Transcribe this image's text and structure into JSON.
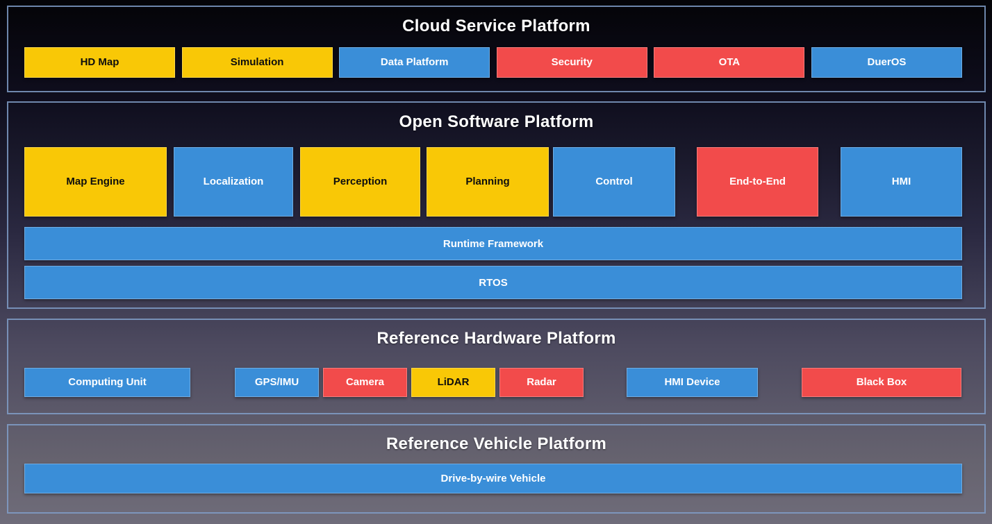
{
  "colors": {
    "yellow": "#F9C806",
    "blue": "#3A8ED8",
    "red": "#F24B4B",
    "panel_border": "#809EC8",
    "title_text": "#FFFFFF",
    "background_top": "#040407",
    "background_bottom": "#6F6C7A"
  },
  "sections": [
    {
      "title": "Cloud Service Platform",
      "boxes": [
        {
          "label": "HD Map",
          "color": "#F9C806"
        },
        {
          "label": "Simulation",
          "color": "#F9C806"
        },
        {
          "label": "Data Platform",
          "color": "#3A8ED8"
        },
        {
          "label": "Security",
          "color": "#F24B4B"
        },
        {
          "label": "OTA",
          "color": "#F24B4B"
        },
        {
          "label": "DuerOS",
          "color": "#3A8ED8"
        }
      ]
    },
    {
      "title": "Open Software Platform",
      "boxes": [
        {
          "label": "Map Engine",
          "color": "#F9C806"
        },
        {
          "label": "Localization",
          "color": "#3A8ED8"
        },
        {
          "label": "Perception",
          "color": "#F9C806"
        },
        {
          "label": "Planning",
          "color": "#F9C806"
        },
        {
          "label": "Control",
          "color": "#3A8ED8"
        },
        {
          "label": "End-to-End",
          "color": "#F24B4B"
        },
        {
          "label": "HMI",
          "color": "#3A8ED8"
        }
      ],
      "bars": [
        {
          "label": "Runtime Framework",
          "color": "#3A8ED8"
        },
        {
          "label": "RTOS",
          "color": "#3A8ED8"
        }
      ]
    },
    {
      "title": "Reference Hardware Platform",
      "boxes": [
        {
          "label": "Computing Unit",
          "color": "#3A8ED8"
        },
        {
          "label": "GPS/IMU",
          "color": "#3A8ED8"
        },
        {
          "label": "Camera",
          "color": "#F24B4B"
        },
        {
          "label": "LiDAR",
          "color": "#F9C806"
        },
        {
          "label": "Radar",
          "color": "#F24B4B"
        },
        {
          "label": "HMI Device",
          "color": "#3A8ED8"
        },
        {
          "label": "Black Box",
          "color": "#F24B4B"
        }
      ]
    },
    {
      "title": "Reference Vehicle Platform",
      "bars": [
        {
          "label": "Drive-by-wire Vehicle",
          "color": "#3A8ED8"
        }
      ]
    }
  ]
}
